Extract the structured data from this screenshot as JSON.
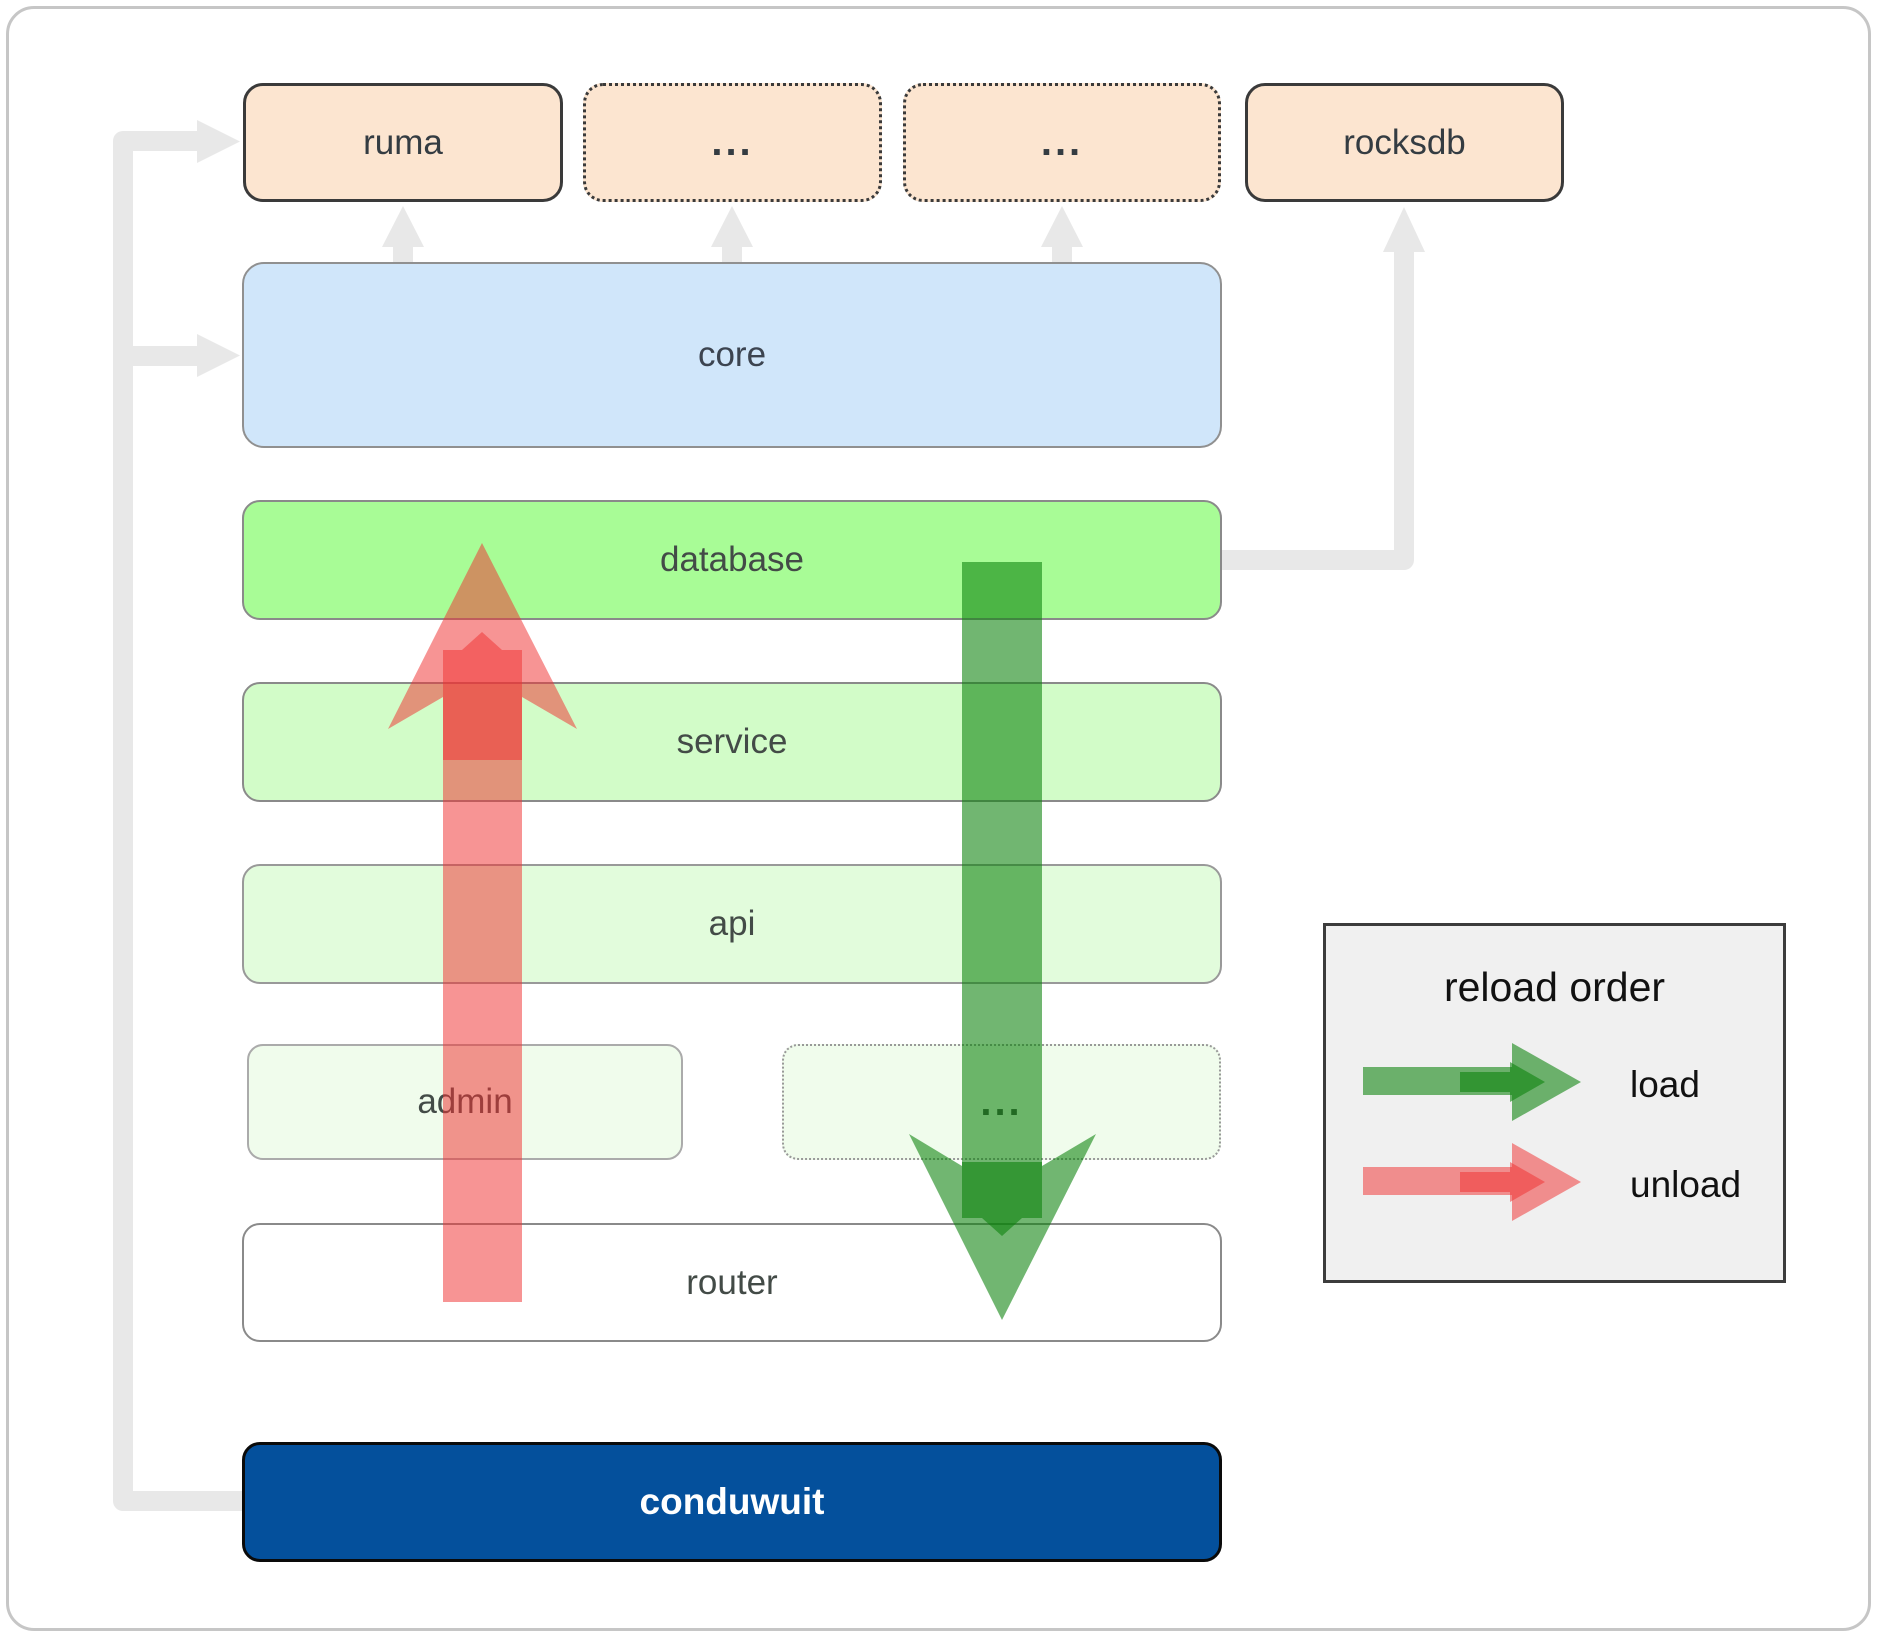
{
  "top_row": [
    {
      "label": "ruma"
    },
    {
      "label": "..."
    },
    {
      "label": "..."
    },
    {
      "label": "rocksdb"
    }
  ],
  "layers": [
    {
      "label": "core"
    },
    {
      "label": "database"
    },
    {
      "label": "service"
    },
    {
      "label": "api"
    },
    {
      "label": "router"
    }
  ],
  "admin_row": [
    {
      "label": "admin"
    },
    {
      "label": "..."
    }
  ],
  "app": {
    "label": "conduwuit"
  },
  "legend": {
    "title": "reload order",
    "load_label": "load",
    "unload_label": "unload"
  },
  "colors": {
    "connector": "#E8E8E8",
    "load_green": "#0A820A",
    "unload_red": "#F03232",
    "peach_fill": "#FCE5D0",
    "core_fill": "#D0E6FA",
    "database_fill": "#A8FC96",
    "service_fill": "#D2FCC8",
    "api_fill": "#E2FCDC",
    "admin_fill": "#F0FCEC",
    "conduwuit_blue": "#04509C",
    "legend_bg": "#F0F0F0",
    "label_color": "#434B47"
  }
}
